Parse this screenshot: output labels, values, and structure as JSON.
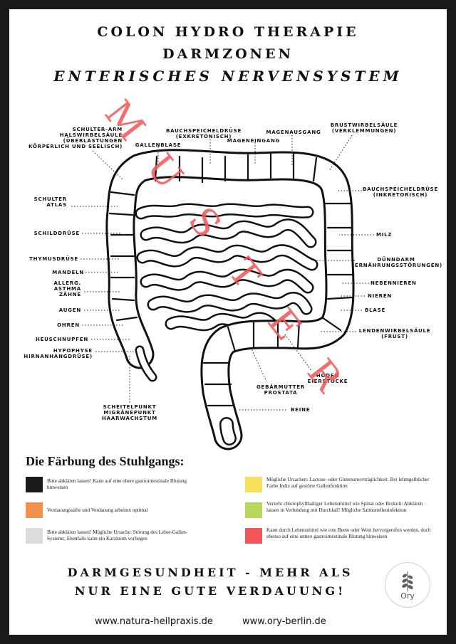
{
  "title": {
    "line1": "COLON HYDRO THERAPIE",
    "line2": "DARMZONEN",
    "line3": "ENTERISCHES NERVENSYSTEM"
  },
  "labels_left": {
    "schulter_arm": "SCHULTER-ARM\nHALSWIRBELSÄULE\n(ÜBERLASTUNGEN\nKÖRPERLICH UND SEELISCH)",
    "schulter_atlas": "SCHULTER\nATLAS",
    "schilddruese": "SCHILDDRÜSE",
    "thymusdruese": "THYMUSDRÜSE",
    "mandeln": "MANDELN",
    "allerg": "ALLERG.\nASTHMA\nZÄHNE",
    "augen": "AUGEN",
    "ohren": "OHREN",
    "heuschnupfen": "HEUSCHNUPFEN",
    "hypophyse": "HYPOPHYSE\nHIRNANHANGDRÜSE)"
  },
  "labels_top": {
    "gallenblase": "GALLENBLASE",
    "bauchspeichel_exkretorisch": "BAUCHSPEICHELDRÜSE\n(EXKRETONISCH)",
    "mageneingang": "MAGENEINGANG",
    "magenausgang": "MAGENAUSGANG",
    "brustwirbel": "BRUSTWIRBELSÄULE\n(VERKLEMMUNGEN)"
  },
  "labels_right": {
    "bauchspeichel_inkretorisch": "BAUCHSPEICHELDRÜSE\n(INKRETORISCH)",
    "milz": "MILZ",
    "duenndarm": "DÜNNDARM\n(ERNÄHRUNGSSTÖRUNGEN)",
    "nebennieren": "NEBENNIEREN",
    "nieren": "NIEREN",
    "blase": "BLASE",
    "lendenwirbel": "LENDENWIRBELSÄULE\n(FRUST)"
  },
  "labels_bottom": {
    "scheitelpunkt": "SCHEITELPUNKT\nMIGRÄNEPUNKT\nHAARWACHSTUM",
    "gebaermutter": "GEBÄRMUTTER\nPROSTATA",
    "beine": "BEINE",
    "hoden": "HODEN\nEIERSTÖCKE"
  },
  "watermark": "MUSTER",
  "legend": {
    "heading": "Die Färbung des Stuhlgangs:",
    "items": [
      {
        "color": "#1b1b1b",
        "text": "Bitte abklären lassen! Kann auf eine obere gastrointestinale Blutung hinweisen"
      },
      {
        "color": "#f0924b",
        "text": "Verdauungssäfte und Verdauung arbeiten optimal"
      },
      {
        "color": "#dcdcdc",
        "text": "Bitte abklären lassen!  Mögliche Ursache: Störung des Leber-Gallen-Systems; Ebenfalls kann ein  Karzinom vorliegen"
      },
      {
        "color": "#f7e15a",
        "text": "Mögliche Ursachen: Lactose-  oder Glutenunverträglichkeit. Bei lehmgelblicher Farbe Indiz auf gestörte Gallenfunktion"
      },
      {
        "color": "#b7d65a",
        "text": "Verzehr chlorophyllhaltiger Lebensmittel wie Spinat oder Brokoli: Abklären lassen in Verbindung mit Durchfall! Mögliche Salmonelleninfektion"
      },
      {
        "color": "#f0565a",
        "text": "Kann durch Lebensmittel wie rote Beete oder Wein hervorgerufen werden, doch ebenso auf eine untere gastrointestinale Blutung hinweisen"
      }
    ]
  },
  "footer": {
    "line1": "DARMGESUNDHEIT - MEHR ALS",
    "line2": "NUR EINE GUTE VERDAUUNG!",
    "url1": "www.natura-heilpraxis.de",
    "url2": "www.ory-berlin.de",
    "logo_text": "Ory",
    "logo_icon": "leaf-sprig-icon"
  }
}
